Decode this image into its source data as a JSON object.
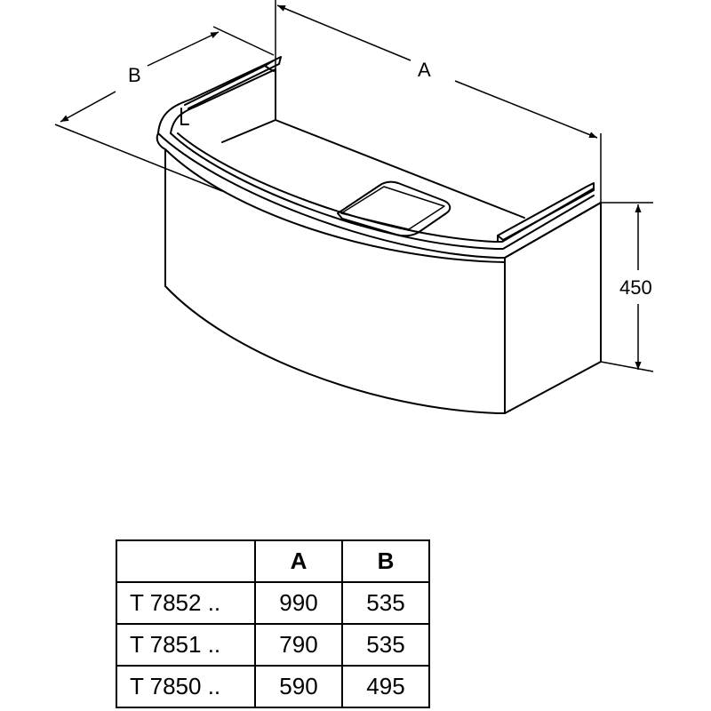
{
  "dimensions": {
    "width_label": "A",
    "depth_label": "B",
    "height_label": "450"
  },
  "table": {
    "headers": [
      "",
      "A",
      "B"
    ],
    "rows": [
      {
        "model": "T 7852 ..",
        "a": "990",
        "b": "535"
      },
      {
        "model": "T 7851 ..",
        "a": "790",
        "b": "535"
      },
      {
        "model": "T 7850 ..",
        "a": "590",
        "b": "495"
      }
    ]
  }
}
